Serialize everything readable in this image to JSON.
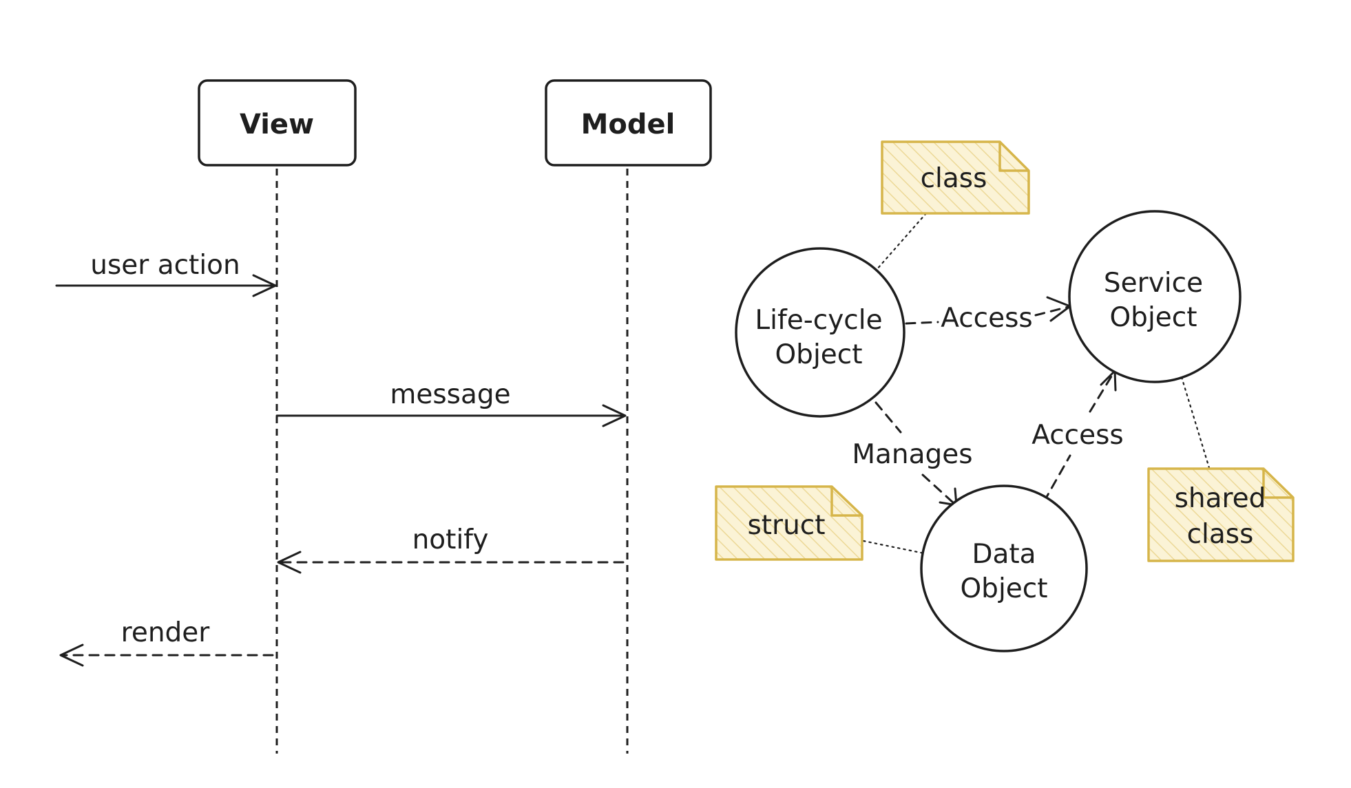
{
  "sequence": {
    "participants": [
      {
        "id": "view",
        "label": "View"
      },
      {
        "id": "model",
        "label": "Model"
      }
    ],
    "messages": [
      {
        "label": "user action",
        "from": "outside",
        "to": "View",
        "style": "solid"
      },
      {
        "label": "message",
        "from": "View",
        "to": "Model",
        "style": "solid"
      },
      {
        "label": "notify",
        "from": "Model",
        "to": "View",
        "style": "dashed"
      },
      {
        "label": "render",
        "from": "View",
        "to": "outside",
        "style": "dashed"
      }
    ]
  },
  "object_graph": {
    "nodes": [
      {
        "id": "lifecycle",
        "line1": "Life-cycle",
        "line2": "Object"
      },
      {
        "id": "service",
        "line1": "Service",
        "line2": "Object"
      },
      {
        "id": "data",
        "line1": "Data",
        "line2": "Object"
      }
    ],
    "edges": [
      {
        "from": "Life-cycle Object",
        "to": "Service Object",
        "label": "Access",
        "style": "dashed"
      },
      {
        "from": "Life-cycle Object",
        "to": "Data Object",
        "label": "Manages",
        "style": "dashed"
      },
      {
        "from": "Data Object",
        "to": "Service Object",
        "label": "Access",
        "style": "dashed"
      }
    ],
    "notes": [
      {
        "target": "Life-cycle Object",
        "line1": "class"
      },
      {
        "target": "Data Object",
        "line1": "struct"
      },
      {
        "target": "Service Object",
        "line1": "shared",
        "line2": "class"
      }
    ]
  },
  "colors": {
    "stroke": "#1e1e1e",
    "note_stroke": "#d6b54a",
    "note_fill": "#fbf3d6",
    "background": "#ffffff"
  }
}
